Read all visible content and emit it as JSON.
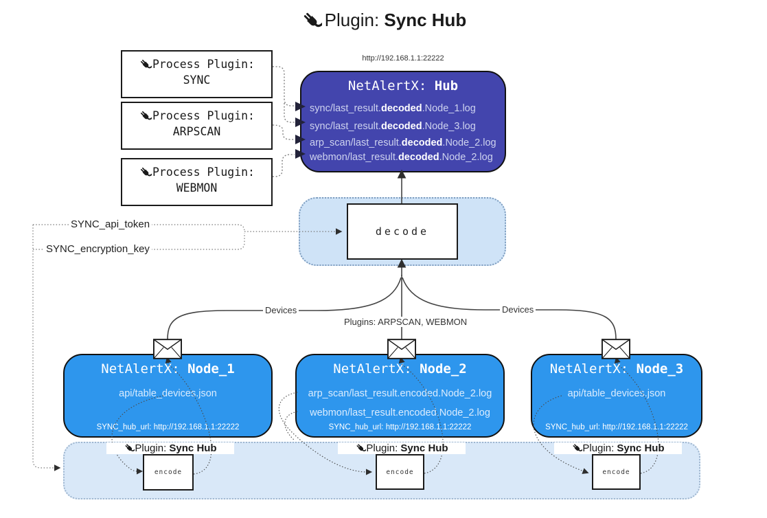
{
  "title": {
    "prefix": "Plugin: ",
    "bold": "Sync Hub"
  },
  "process_plugins": [
    {
      "label": "Process Plugin:",
      "name": "SYNC"
    },
    {
      "label": "Process Plugin:",
      "name": "ARPSCAN"
    },
    {
      "label": "Process Plugin:",
      "name": "WEBMON"
    }
  ],
  "hub": {
    "url": "http://192.168.1.1:22222",
    "title_prefix": "NetAlertX: ",
    "title_bold": "Hub",
    "files": [
      {
        "pre": "sync/last_result.",
        "bold": "decoded",
        "post": ".Node_1.log"
      },
      {
        "pre": "sync/last_result.",
        "bold": "decoded",
        "post": ".Node_3.log"
      },
      {
        "pre": "arp_scan/last_result.",
        "bold": "decoded",
        "post": ".Node_2.log"
      },
      {
        "pre": "webmon/last_result.",
        "bold": "decoded",
        "post": ".Node_2.log"
      }
    ]
  },
  "decode": {
    "label": "decode"
  },
  "settings": {
    "api_token": "SYNC_api_token",
    "encryption_key": "SYNC_encryption_key"
  },
  "edges": {
    "devices_left": "Devices",
    "plugins_center": "Plugins: ARPSCAN, WEBMON",
    "devices_right": "Devices"
  },
  "nodes": [
    {
      "title_prefix": "NetAlertX: ",
      "title_bold": "Node_1",
      "files": [
        "api/table_devices.json"
      ],
      "hub_url": "SYNC_hub_url: http://192.168.1.1:22222"
    },
    {
      "title_prefix": "NetAlertX: ",
      "title_bold": "Node_2",
      "files": [
        "arp_scan/last_result.encoded.Node_2.log",
        "webmon/last_result.encoded.Node_2.log"
      ],
      "hub_url": "SYNC_hub_url: http://192.168.1.1:22222"
    },
    {
      "title_prefix": "NetAlertX: ",
      "title_bold": "Node_3",
      "files": [
        "api/table_devices.json"
      ],
      "hub_url": "SYNC_hub_url: http://192.168.1.1:22222"
    }
  ],
  "encoders": [
    {
      "prefix": "Plugin: ",
      "bold": "Sync Hub",
      "box": "encode"
    },
    {
      "prefix": "Plugin: ",
      "bold": "Sync Hub",
      "box": "encode"
    },
    {
      "prefix": "Plugin: ",
      "bold": "Sync Hub",
      "box": "encode"
    }
  ],
  "colors": {
    "hub_fill": "#4345ad",
    "hub_text": "#ced3ef",
    "node_fill": "#2e96ed",
    "node_text": "#daecfe",
    "band_fill": "#d9e8f8",
    "band_border": "#9fb6cf",
    "panel_fill": "#cfe3f7",
    "panel_border": "#7d9cbe",
    "line": "#424242",
    "box_border": "#1a1a1a"
  }
}
